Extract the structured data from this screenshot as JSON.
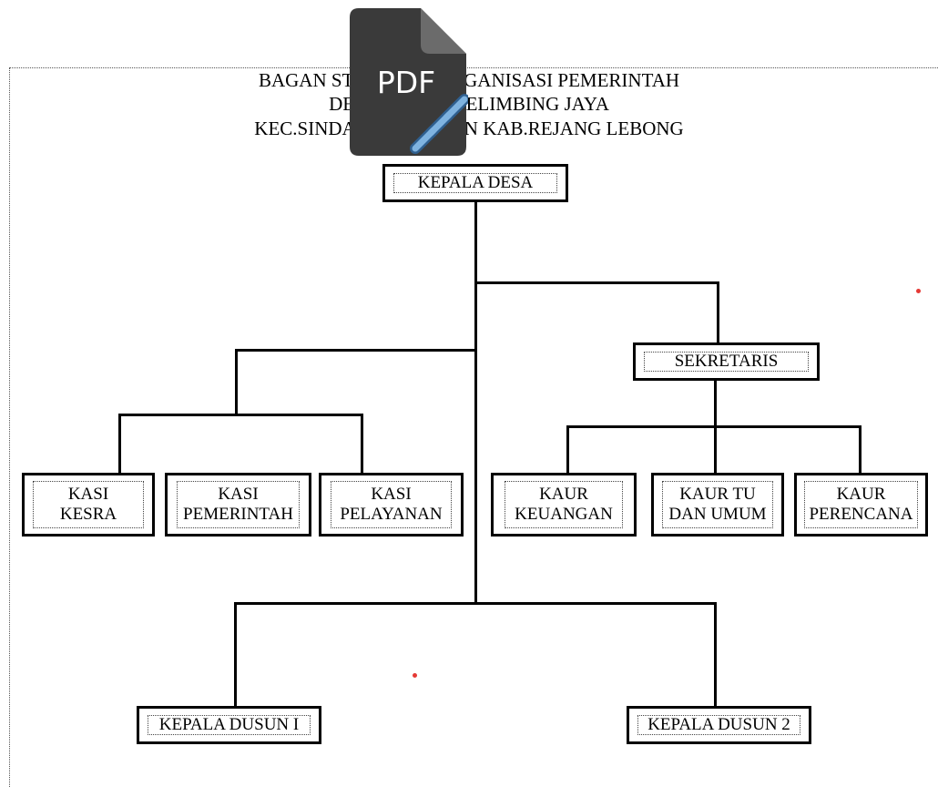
{
  "header": {
    "line1": "BAGAN STRUKTUR ORGANISASI PEMERINTAH",
    "line2": "DESA LUBUK BELIMBING JAYA",
    "line3": "KEC.SINDANG DATARAN KAB.REJANG LEBONG"
  },
  "pdf_badge": {
    "label": "PDF",
    "accent": "#3a3a3a",
    "link_color": "#6fa8dc"
  },
  "nodes": {
    "kepala_desa": "KEPALA DESA",
    "sekretaris": "SEKRETARIS",
    "kasi_kesra": "KASI\nKESRA",
    "kasi_pemerintah": "KASI\nPEMERINTAH",
    "kasi_pelayanan": "KASI\nPELAYANAN",
    "kaur_keuangan": "KAUR\nKEUANGAN",
    "kaur_tu": "KAUR TU\nDAN UMUM",
    "kaur_perencana": "KAUR\nPERENCANA",
    "kepala_dusun_1": "KEPALA DUSUN I",
    "kepala_dusun_2": "KEPALA DUSUN 2"
  },
  "colors": {
    "line": "#000000",
    "marker": "#e53935"
  }
}
